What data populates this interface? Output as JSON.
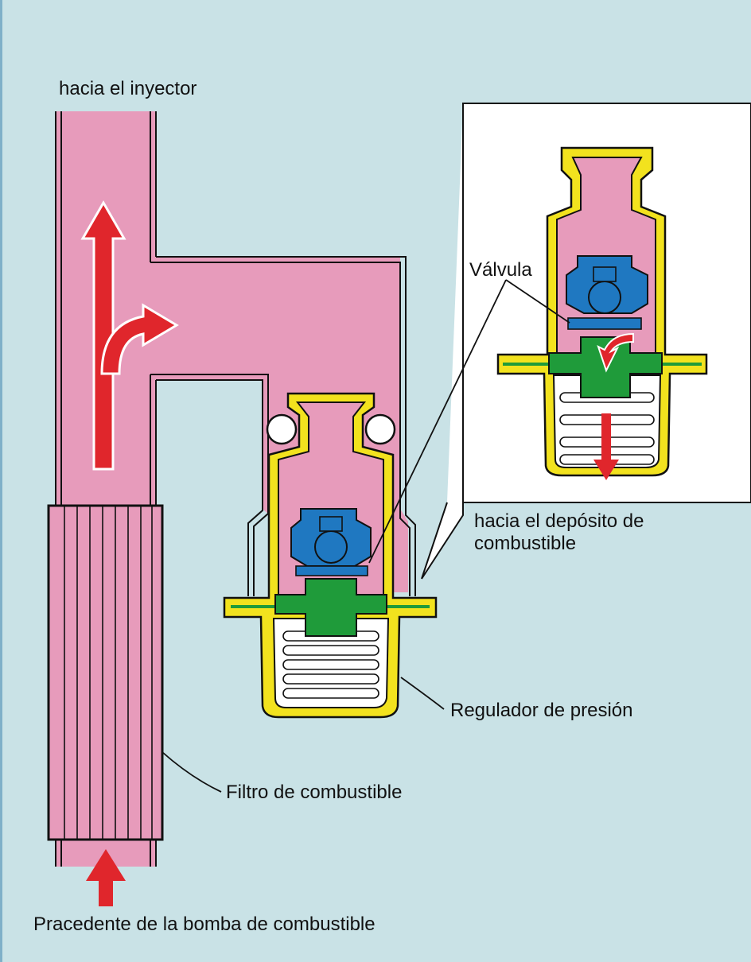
{
  "labels": {
    "to_injector": "hacia el inyector",
    "valve": "Válvula",
    "to_tank_line1": "hacia el depósito de",
    "to_tank_line2": "combustible",
    "pressure_regulator": "Regulador de presión",
    "fuel_filter": "Filtro de combustible",
    "from_pump": "Pracedente de la bomba de combustible"
  },
  "colors": {
    "background": "#c9e2e6",
    "fuel": "#e79bbb",
    "housing": "#f2e21e",
    "valve": "#1f78c1",
    "seat": "#1f9b3a",
    "arrow": "#e0262c",
    "outline": "#111111",
    "inset_background": "#ffffff"
  }
}
